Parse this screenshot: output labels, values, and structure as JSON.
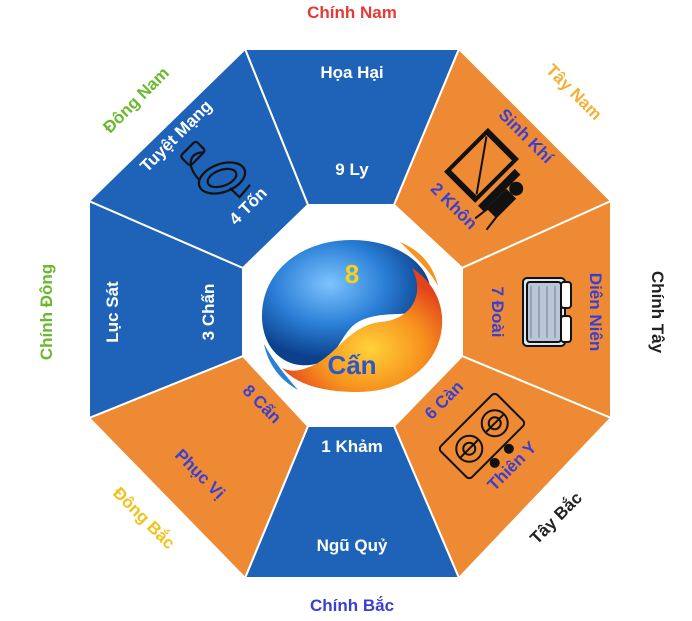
{
  "directions": {
    "north_top": "Chính Nam",
    "south_bottom": "Chính Bắc",
    "west_left": "Chính Đông",
    "east_right": "Chính Tây",
    "top_left": "Đông Nam",
    "top_right": "Tây Nam",
    "bottom_left": "Đông Bắc",
    "bottom_right": "Tây Bắc"
  },
  "direction_colors": {
    "north_top": "#e53935",
    "south_bottom": "#3a3fd1",
    "west_left": "#6ab82f",
    "east_right": "#222222",
    "top_left": "#6ab82f",
    "top_right": "#f2b134",
    "bottom_left": "#f2c21a",
    "bottom_right": "#222222"
  },
  "sectors": {
    "top": {
      "star": "Họa Hại",
      "gua": "9 Ly",
      "color": "#1e63b8"
    },
    "top_right": {
      "star": "Sinh Khí",
      "gua": "2 Khôn",
      "color": "#ee8a33",
      "icon": "desk-chair-icon"
    },
    "right": {
      "star": "Diên Niên",
      "gua": "7 Đoài",
      "color": "#ee8a33",
      "icon": "bed-icon"
    },
    "bottom_right": {
      "star": "Thiên Y",
      "gua": "6 Càn",
      "color": "#ee8a33",
      "icon": "stove-icon"
    },
    "bottom": {
      "star": "Ngũ Quỷ",
      "gua": "1 Khảm",
      "color": "#1e63b8"
    },
    "bottom_left": {
      "star": "Phục Vị",
      "gua": "8 Cấn",
      "color": "#ee8a33"
    },
    "left": {
      "star": "Lục Sát",
      "gua": "3 Chấn",
      "color": "#1e63b8"
    },
    "top_left": {
      "star": "Tuyệt Mạng",
      "gua": "4 Tốn",
      "color": "#1e63b8",
      "icon": "toilet-icon"
    }
  },
  "text_colors": {
    "on_blue": "#ffffff",
    "on_orange": "#3a3fd1"
  },
  "center": {
    "number": "8",
    "name": "Cấn",
    "number_color": "#f4d21a",
    "name_color": "#2d57c4"
  }
}
